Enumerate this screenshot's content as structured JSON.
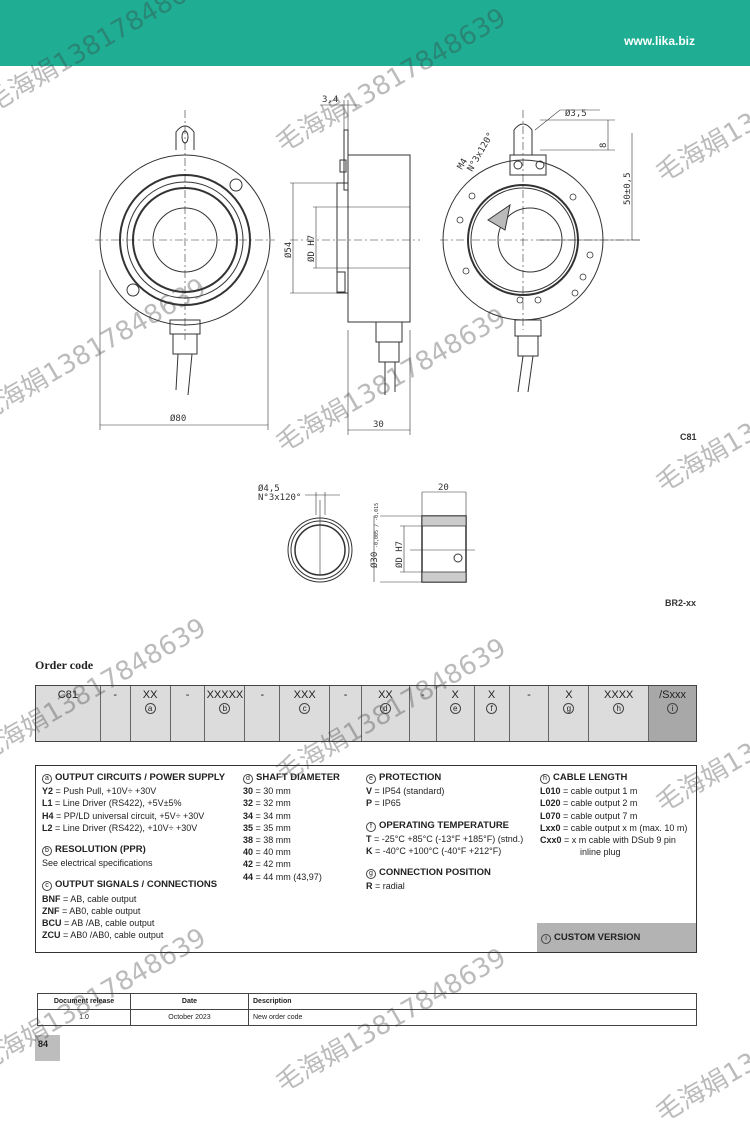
{
  "header": {
    "url": "www.lika.biz",
    "color": "#1fae94"
  },
  "drawings": {
    "dim_80": "Ø80",
    "dim_54": "Ø54",
    "dim_dh7": "ØD H7",
    "dim_3_4": "3,4",
    "dim_30": "30",
    "dim_3_5": "Ø3,5",
    "dim_m4": "M4",
    "dim_m4_n": "N°3x120°",
    "dim_8": "8",
    "dim_50": "50±0,5",
    "label_c81": "C81",
    "dim_4_5": "Ø4,5",
    "dim_4_5_n": "N°3x120°",
    "dim_20": "20",
    "dim_30_tol": "Ø30",
    "dim_30_tol_sup": "-0,005 / -0,015",
    "dim_dh7_b": "ØD H7",
    "label_br2": "BR2-xx"
  },
  "order_code": {
    "title": "Order code",
    "cells": [
      {
        "code": "C81",
        "key": ""
      },
      {
        "code": "-",
        "key": ""
      },
      {
        "code": "XX",
        "key": "a"
      },
      {
        "code": "-",
        "key": ""
      },
      {
        "code": "XXXXX",
        "key": "b"
      },
      {
        "code": "-",
        "key": ""
      },
      {
        "code": "XXX",
        "key": "c"
      },
      {
        "code": "-",
        "key": ""
      },
      {
        "code": "XX",
        "key": "d"
      },
      {
        "code": "-",
        "key": ""
      },
      {
        "code": "X",
        "key": "e"
      },
      {
        "code": "X",
        "key": "f"
      },
      {
        "code": "-",
        "key": ""
      },
      {
        "code": "X",
        "key": "g"
      },
      {
        "code": "XXXX",
        "key": "h"
      },
      {
        "code": "/Sxxx",
        "key": "i"
      }
    ]
  },
  "spec": {
    "a": {
      "key": "a",
      "title": "OUTPUT CIRCUITS / POWER SUPPLY",
      "items": [
        [
          "Y2",
          "= Push Pull, +10V÷ +30V"
        ],
        [
          "L1",
          "= Line Driver (RS422), +5V±5%"
        ],
        [
          "H4",
          "= PP/LD universal circuit, +5V÷ +30V"
        ],
        [
          "L2",
          "= Line Driver (RS422), +10V÷ +30V"
        ]
      ]
    },
    "b": {
      "key": "b",
      "title": "RESOLUTION (PPR)",
      "text": "See electrical specifications"
    },
    "c": {
      "key": "c",
      "title": "OUTPUT SIGNALS / CONNECTIONS",
      "items": [
        [
          "BNF",
          "= AB, cable output"
        ],
        [
          "ZNF",
          "= AB0, cable output"
        ],
        [
          "BCU",
          "= AB /AB, cable output"
        ],
        [
          "ZCU",
          "= AB0 /AB0, cable output"
        ]
      ]
    },
    "d": {
      "key": "d",
      "title": "SHAFT DIAMETER",
      "items": [
        [
          "30",
          "= 30 mm"
        ],
        [
          "32",
          "= 32 mm"
        ],
        [
          "34",
          "= 34 mm"
        ],
        [
          "35",
          "= 35 mm"
        ],
        [
          "38",
          "= 38 mm"
        ],
        [
          "40",
          "= 40 mm"
        ],
        [
          "42",
          "= 42 mm"
        ],
        [
          "44",
          "= 44 mm (43,97)"
        ]
      ]
    },
    "e": {
      "key": "e",
      "title": "PROTECTION",
      "items": [
        [
          "V",
          "= IP54 (standard)"
        ],
        [
          "P",
          "= IP65"
        ]
      ]
    },
    "f": {
      "key": "f",
      "title": "OPERATING TEMPERATURE",
      "items": [
        [
          "T",
          "= -25°C +85°C (-13°F +185°F) (stnd.)"
        ],
        [
          "K",
          "= -40°C +100°C (-40°F +212°F)"
        ]
      ]
    },
    "g": {
      "key": "g",
      "title": "CONNECTION POSITION",
      "items": [
        [
          "R",
          "= radial"
        ]
      ]
    },
    "h": {
      "key": "h",
      "title": "CABLE LENGTH",
      "items": [
        [
          "L010",
          "= cable output 1 m"
        ],
        [
          "L020",
          "= cable output 2 m"
        ],
        [
          "L070",
          "= cable output 7 m"
        ],
        [
          "Lxx0",
          "= cable output x m (max. 10 m)"
        ],
        [
          "Cxx0",
          "= x m cable with DSub 9 pin"
        ]
      ],
      "cont": "inline plug"
    },
    "i": {
      "key": "i",
      "title": "CUSTOM VERSION"
    }
  },
  "doc_table": {
    "headers": [
      "Document release",
      "Date",
      "Description"
    ],
    "rows": [
      [
        "1.0",
        "October 2023",
        "New order code"
      ]
    ]
  },
  "page_number": "84",
  "watermark": "毛海娟13817848639"
}
